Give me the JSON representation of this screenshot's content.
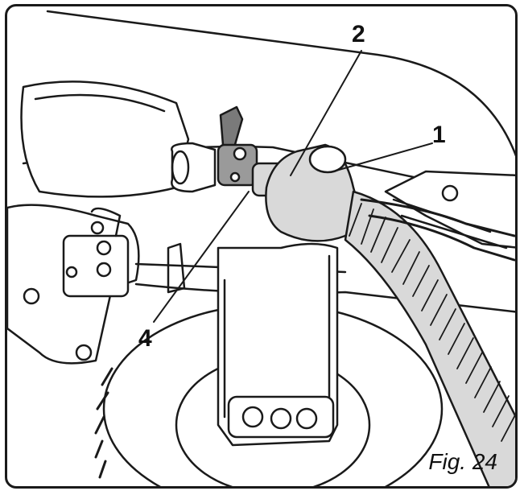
{
  "figure": {
    "caption": "Fig. 24",
    "callouts": [
      {
        "id": "1",
        "label": "1"
      },
      {
        "id": "2",
        "label": "2"
      },
      {
        "id": "4",
        "label": "4"
      }
    ]
  },
  "colors": {
    "line": "#1a1a1a",
    "shade_light": "#d9d9d9",
    "shade_mid": "#b8b8b8",
    "shade_dark": "#7a7a7a"
  }
}
